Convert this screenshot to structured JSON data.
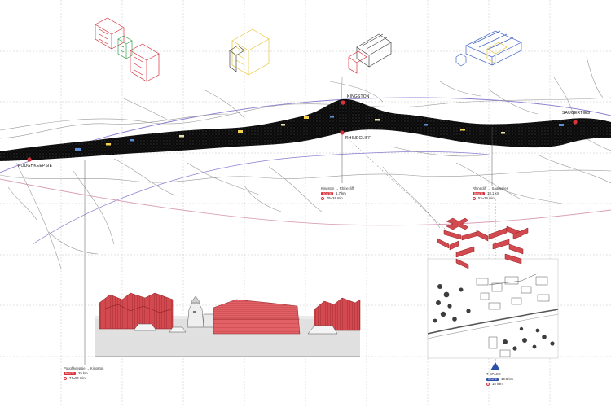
{
  "places": {
    "poughkeepsie": "POUGHKEEPSIE",
    "kingston": "KINGSTON",
    "rhinecliff": "RHINECLIFF",
    "saugerties": "SAUGERTIES"
  },
  "legs": [
    {
      "route": "Poughkeepsie → Kingston",
      "badge": "ROUTE",
      "distance": "25 km",
      "time": "71~54 min"
    },
    {
      "route": "Kingston → Rhinecliff",
      "badge": "ROUTE",
      "distance": "1.7 km",
      "time": "05~34 min"
    },
    {
      "route": "Rhinecliff → Saugerties",
      "badge": "ROUTE",
      "distance": "18.1 km",
      "time": "52~39 min"
    }
  ],
  "tspace": {
    "label": "T-SPACE",
    "badge": "ROUTE",
    "distance": "10.5 km",
    "time": "15 min"
  },
  "colors": {
    "river": "#0a0a0a",
    "roads": "#9a9a9a",
    "accent_red": "#d8323c",
    "purple_line": "#8a7fd1",
    "pink_line": "#d9a0b8",
    "blue_marker": "#2e4fa8"
  },
  "icons": {
    "time": "clock-icon",
    "marker": "triangle-marker-icon"
  }
}
